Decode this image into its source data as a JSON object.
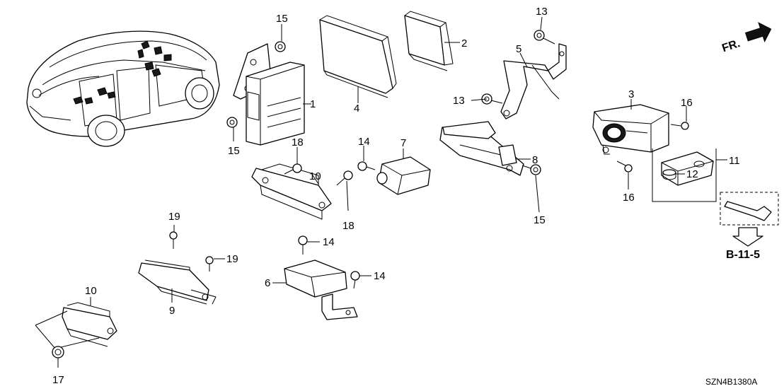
{
  "callouts": {
    "c1": "1",
    "c2": "2",
    "c3": "3",
    "c4": "4",
    "c5": "5",
    "c6": "6",
    "c7": "7",
    "c8": "8",
    "c9": "9",
    "c10a": "10",
    "c10b": "10",
    "c11": "11",
    "c12": "12",
    "c13a": "13",
    "c13b": "13",
    "c14a": "14",
    "c14b": "14",
    "c14c": "14",
    "c15a": "15",
    "c15b": "15",
    "c15c": "15",
    "c16a": "16",
    "c16b": "16",
    "c17": "17",
    "c18a": "18",
    "c18b": "18",
    "c19a": "19",
    "c19b": "19"
  },
  "direction_label": "FR.",
  "reference_label": "B-11-5",
  "diagram_code": "SZN4B1380A"
}
